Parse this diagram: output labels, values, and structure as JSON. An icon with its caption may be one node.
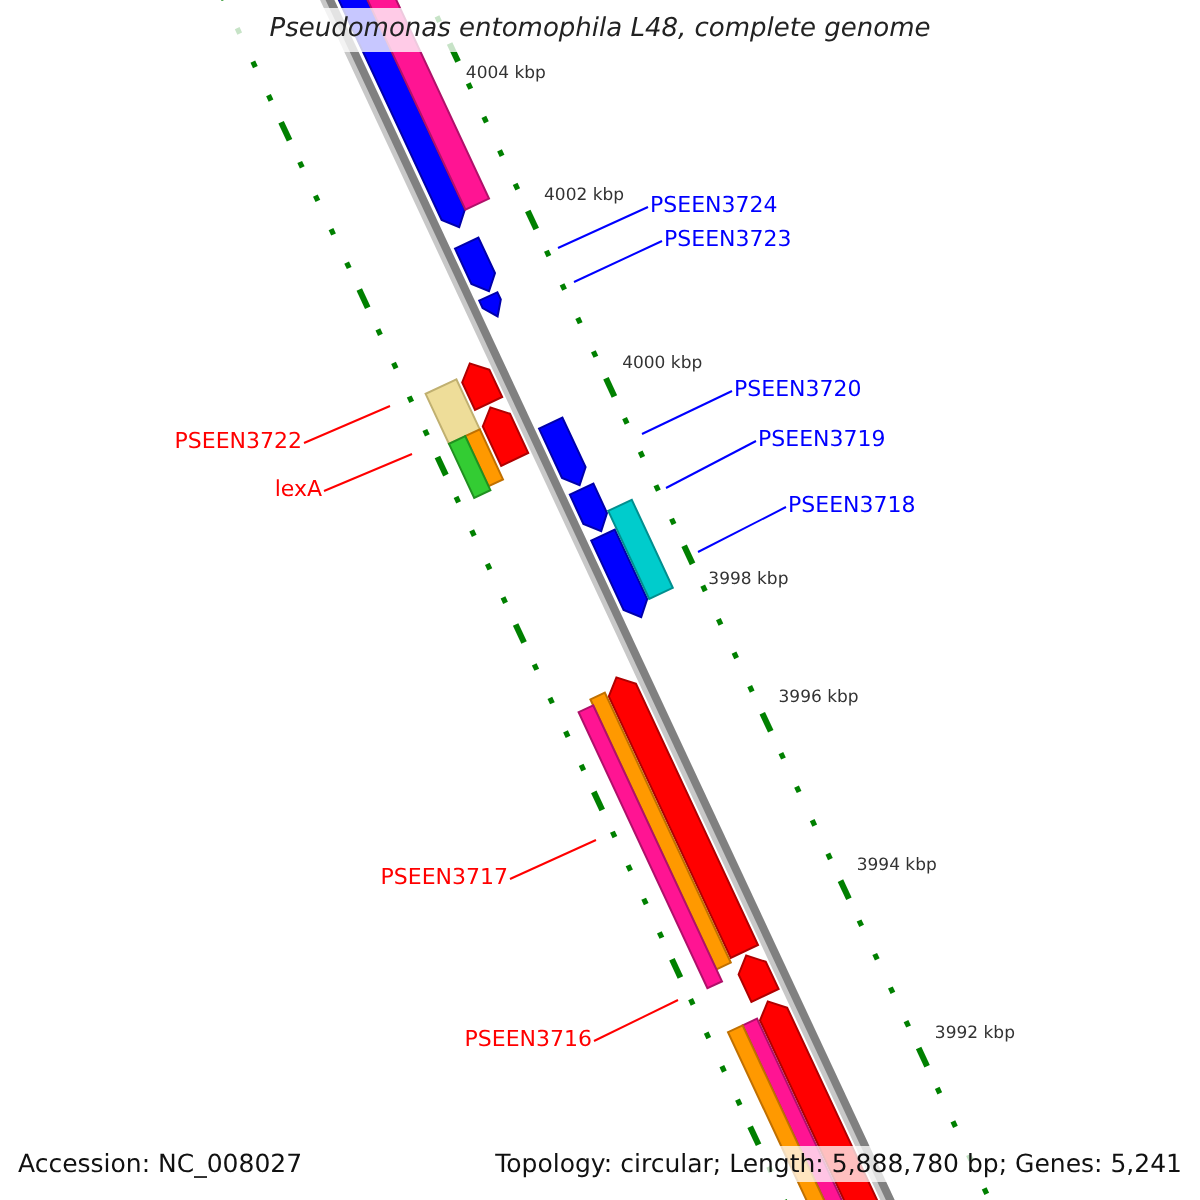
{
  "diagram": {
    "title": "Pseudomonas entomophila L48, complete genome",
    "nodes": [
      {
        "text": [
          "PSEEN3724"
        ]
      },
      {
        "text": [
          "PSEEN3723"
        ]
      },
      {
        "text": [
          "PSEEN3722"
        ]
      },
      {
        "text": [
          "PSEEN3720"
        ]
      },
      {
        "text": [
          "PSEEN3719"
        ]
      },
      {
        "text": [
          "lexA"
        ]
      },
      {
        "text": [
          "PSEEN3718"
        ]
      },
      {
        "text": [
          "PSEEN3717"
        ]
      },
      {
        "text": [
          "PSEEN3716"
        ]
      }
    ],
    "edges": [
      {
        "from": 0,
        "to": null,
        "arrow": "none"
      },
      {
        "from": 1,
        "to": null,
        "arrow": "none"
      },
      {
        "from": 2,
        "to": null,
        "arrow": "none",
        "color": "#ff0000"
      },
      {
        "from": 3,
        "to": null,
        "arrow": "none"
      },
      {
        "from": 4,
        "to": null,
        "arrow": "none"
      },
      {
        "from": 5,
        "to": null,
        "arrow": "none",
        "color": "#ff0000"
      },
      {
        "from": 6,
        "to": null,
        "arrow": "none"
      },
      {
        "from": 7,
        "to": null,
        "arrow": "none",
        "color": "#ff0000"
      },
      {
        "from": 8,
        "to": null,
        "arrow": "none",
        "color": "#ff0000"
      }
    ],
    "labels": [
      "4004 kbp",
      "4002 kbp",
      "4000 kbp",
      "3998 kbp",
      "3996 kbp",
      "3994 kbp",
      "3992 kbp",
      "Accession: NC_008027",
      "Topology: circular; Length: 5,888,780 bp; Genes: 5,241"
    ]
  }
}
